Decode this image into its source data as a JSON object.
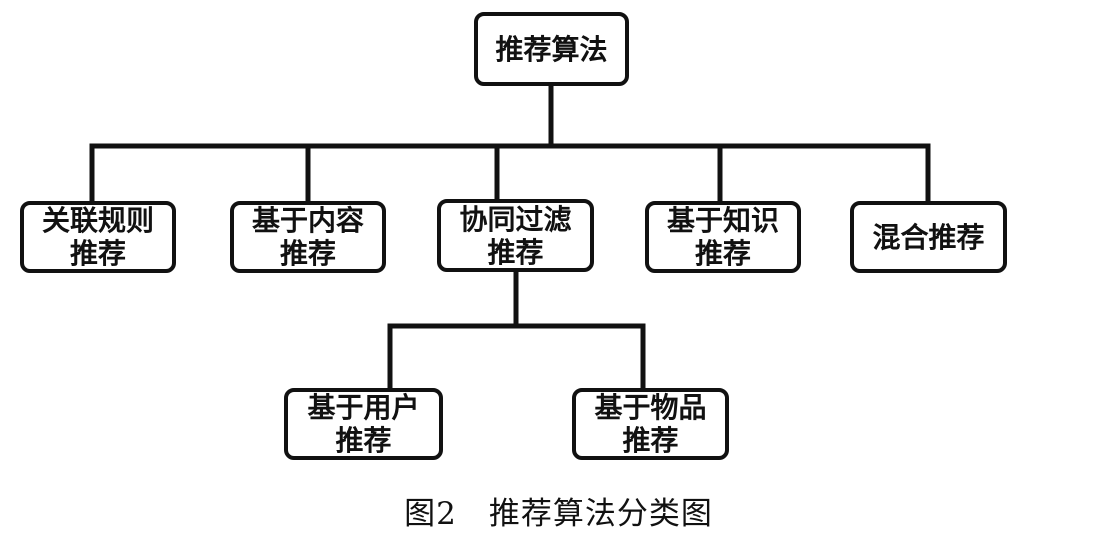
{
  "diagram": {
    "root": {
      "label": "推荐算法"
    },
    "children": [
      {
        "line1": "关联规则",
        "line2": "推荐"
      },
      {
        "line1": "基于内容",
        "line2": "推荐"
      },
      {
        "line1": "协同过滤",
        "line2": "推荐"
      },
      {
        "line1": "基于知识",
        "line2": "推荐"
      },
      {
        "line1": "混合推荐"
      }
    ],
    "collaborative_children": [
      {
        "line1": "基于用户",
        "line2": "推荐"
      },
      {
        "line1": "基于物品",
        "line2": "推荐"
      }
    ],
    "caption": "图2　推荐算法分类图",
    "colors": {
      "stroke": "#111111",
      "background": "#ffffff"
    }
  }
}
